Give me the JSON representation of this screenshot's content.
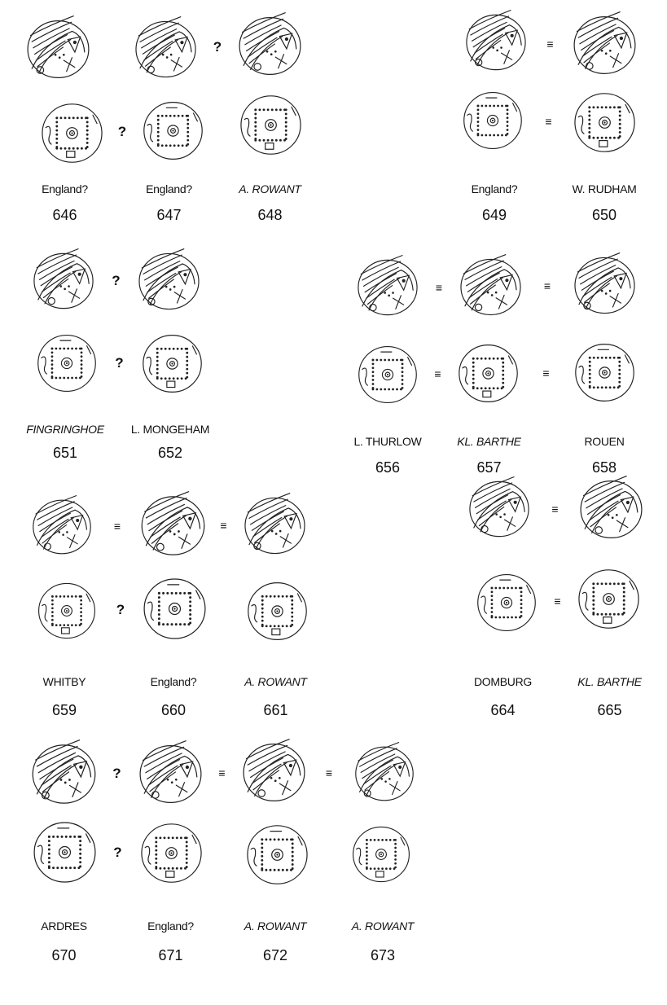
{
  "coins": [
    {
      "number": "646",
      "findspot": "England?",
      "italic": false
    },
    {
      "number": "647",
      "findspot": "England?",
      "italic": false
    },
    {
      "number": "648",
      "findspot": "A. ROWANT",
      "italic": true
    },
    {
      "number": "649",
      "findspot": "England?",
      "italic": false
    },
    {
      "number": "650",
      "findspot": "W. RUDHAM",
      "italic": false
    },
    {
      "number": "651",
      "findspot": "FINGRINGHOE",
      "italic": true
    },
    {
      "number": "652",
      "findspot": "L. MONGEHAM",
      "italic": false
    },
    {
      "number": "656",
      "findspot": "L. THURLOW",
      "italic": false
    },
    {
      "number": "657",
      "findspot": "KL. BARTHE",
      "italic": true
    },
    {
      "number": "658",
      "findspot": "ROUEN",
      "italic": false
    },
    {
      "number": "659",
      "findspot": "WHITBY",
      "italic": false
    },
    {
      "number": "660",
      "findspot": "England?",
      "italic": false
    },
    {
      "number": "661",
      "findspot": "A. ROWANT",
      "italic": true
    },
    {
      "number": "664",
      "findspot": "DOMBURG",
      "italic": false
    },
    {
      "number": "665",
      "findspot": "KL. BARTHE",
      "italic": true
    },
    {
      "number": "670",
      "findspot": "ARDRES",
      "italic": false
    },
    {
      "number": "671",
      "findspot": "England?",
      "italic": false
    },
    {
      "number": "672",
      "findspot": "A. ROWANT",
      "italic": true
    },
    {
      "number": "673",
      "findspot": "A. ROWANT",
      "italic": true
    }
  ],
  "symbols": {
    "uncertain": "?",
    "identical": "≡"
  },
  "relations": [
    {
      "between": [
        "646",
        "647"
      ],
      "obverse": "",
      "reverse": "?"
    },
    {
      "between": [
        "647",
        "648"
      ],
      "obverse": "?",
      "reverse": ""
    },
    {
      "between": [
        "649",
        "650"
      ],
      "obverse": "≡",
      "reverse": "≡"
    },
    {
      "between": [
        "651",
        "652"
      ],
      "obverse": "?",
      "reverse": "?"
    },
    {
      "between": [
        "656",
        "657"
      ],
      "obverse": "≡",
      "reverse": "≡"
    },
    {
      "between": [
        "657",
        "658"
      ],
      "obverse": "≡",
      "reverse": "≡"
    },
    {
      "between": [
        "659",
        "660"
      ],
      "obverse": "≡",
      "reverse": "?"
    },
    {
      "between": [
        "660",
        "661"
      ],
      "obverse": "≡",
      "reverse": ""
    },
    {
      "between": [
        "664",
        "665"
      ],
      "obverse": "≡",
      "reverse": "≡"
    },
    {
      "between": [
        "670",
        "671"
      ],
      "obverse": "?",
      "reverse": "?"
    },
    {
      "between": [
        "671",
        "672"
      ],
      "obverse": "≡",
      "reverse": ""
    },
    {
      "between": [
        "672",
        "673"
      ],
      "obverse": "≡",
      "reverse": ""
    }
  ]
}
